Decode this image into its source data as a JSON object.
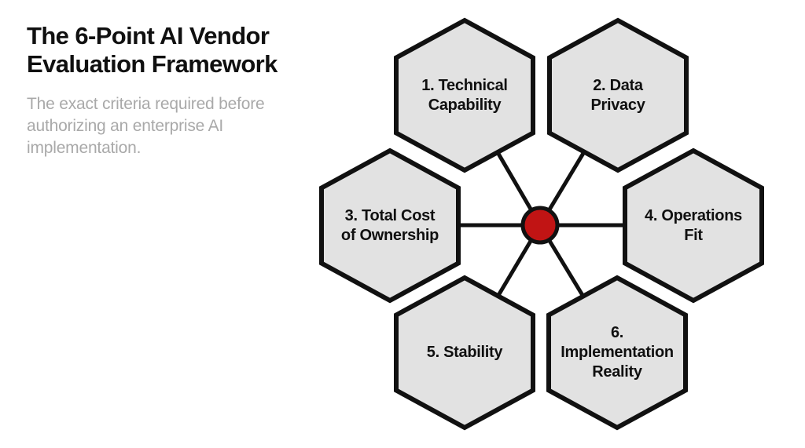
{
  "header": {
    "title": "The 6-Point AI Vendor Evaluation Framework",
    "subtitle": "The exact criteria required before authorizing an enterprise AI implementation."
  },
  "diagram": {
    "type": "hub-and-spoke",
    "center_icon": "hub-circle",
    "colors": {
      "hex_fill": "#e2e2e2",
      "hex_border": "#111111",
      "connector_line": "#111111",
      "hub_fill": "#c11414",
      "title_text": "#101010",
      "subtitle_text": "#a9a9a9"
    },
    "nodes": [
      {
        "id": 1,
        "label": "1. Technical\nCapability"
      },
      {
        "id": 2,
        "label": "2. Data\nPrivacy"
      },
      {
        "id": 3,
        "label": "3. Total Cost\nof Ownership"
      },
      {
        "id": 4,
        "label": "4. Operations\nFit"
      },
      {
        "id": 5,
        "label": "5. Stability"
      },
      {
        "id": 6,
        "label": "6.\nImplementation\nReality"
      }
    ]
  }
}
